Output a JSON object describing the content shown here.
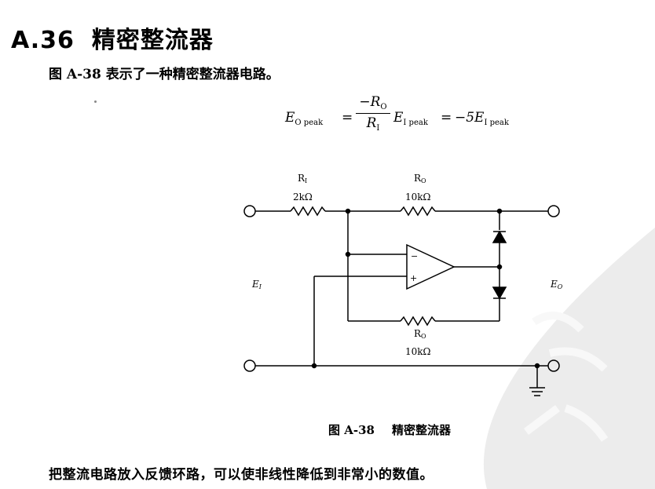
{
  "section": {
    "number": "A.36",
    "title": "精密整流器"
  },
  "intro_text": "图 A-38 表示了一种精密整流器电路。",
  "formula": {
    "lhs_var": "E",
    "lhs_sub": "O peak",
    "equals": "=",
    "frac_num": "−R",
    "frac_num_sub": "O",
    "frac_den": "R",
    "frac_den_sub": "I",
    "mid_var": "E",
    "mid_sub": "I peak",
    "rhs": "−5E",
    "rhs_sub": "I peak"
  },
  "circuit": {
    "ri_label": "R",
    "ri_sub": "I",
    "ri_value": "2kΩ",
    "ro_top_label": "R",
    "ro_top_sub": "O",
    "ro_top_value": "10kΩ",
    "ro_bottom_label": "R",
    "ro_bottom_sub": "O",
    "ro_bottom_value": "10kΩ",
    "ei_label": "E",
    "ei_sub": "I",
    "eo_label": "E",
    "eo_sub": "O",
    "minus_sign": "−",
    "plus_sign": "+"
  },
  "caption": {
    "number": "图 A-38",
    "title": "精密整流器"
  },
  "bottom_text": "把整流电路放入反馈环路，可以使非线性降低到非常小的数值。",
  "colors": {
    "ink": "#000000",
    "watermark": "#e8e8e8"
  }
}
